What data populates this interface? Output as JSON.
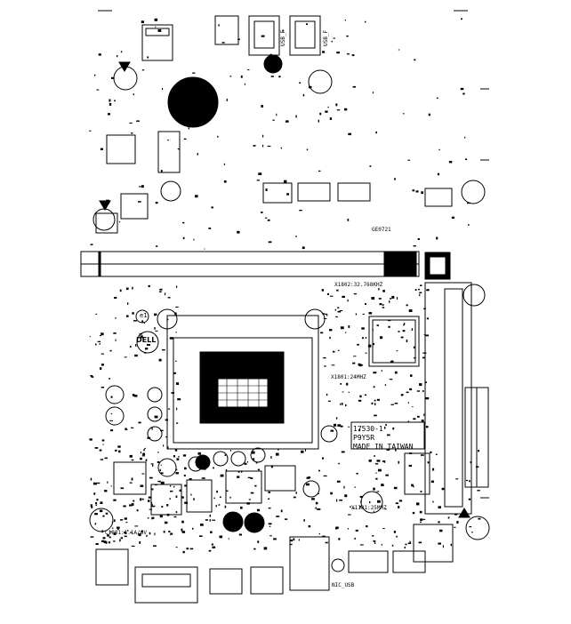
{
  "board": {
    "brand_logo": "DELL",
    "silk_block": [
      "17530-1",
      "P9Y5R",
      "MADE IN TAIWAN"
    ],
    "code_top": "GE0721",
    "labels": {
      "x1802": "X1802:32.768KHZ",
      "x1801": "X1801:24MHZ",
      "x1101": "X1101:25MHZ",
      "batt": "C1801:1.1A/6V",
      "e1": "e1",
      "nic": "NIC_USB",
      "usb_f1": "USB_F",
      "usb_f2": "USB_F"
    },
    "colors": {
      "ink": "#000000",
      "paper": "#ffffff"
    }
  }
}
